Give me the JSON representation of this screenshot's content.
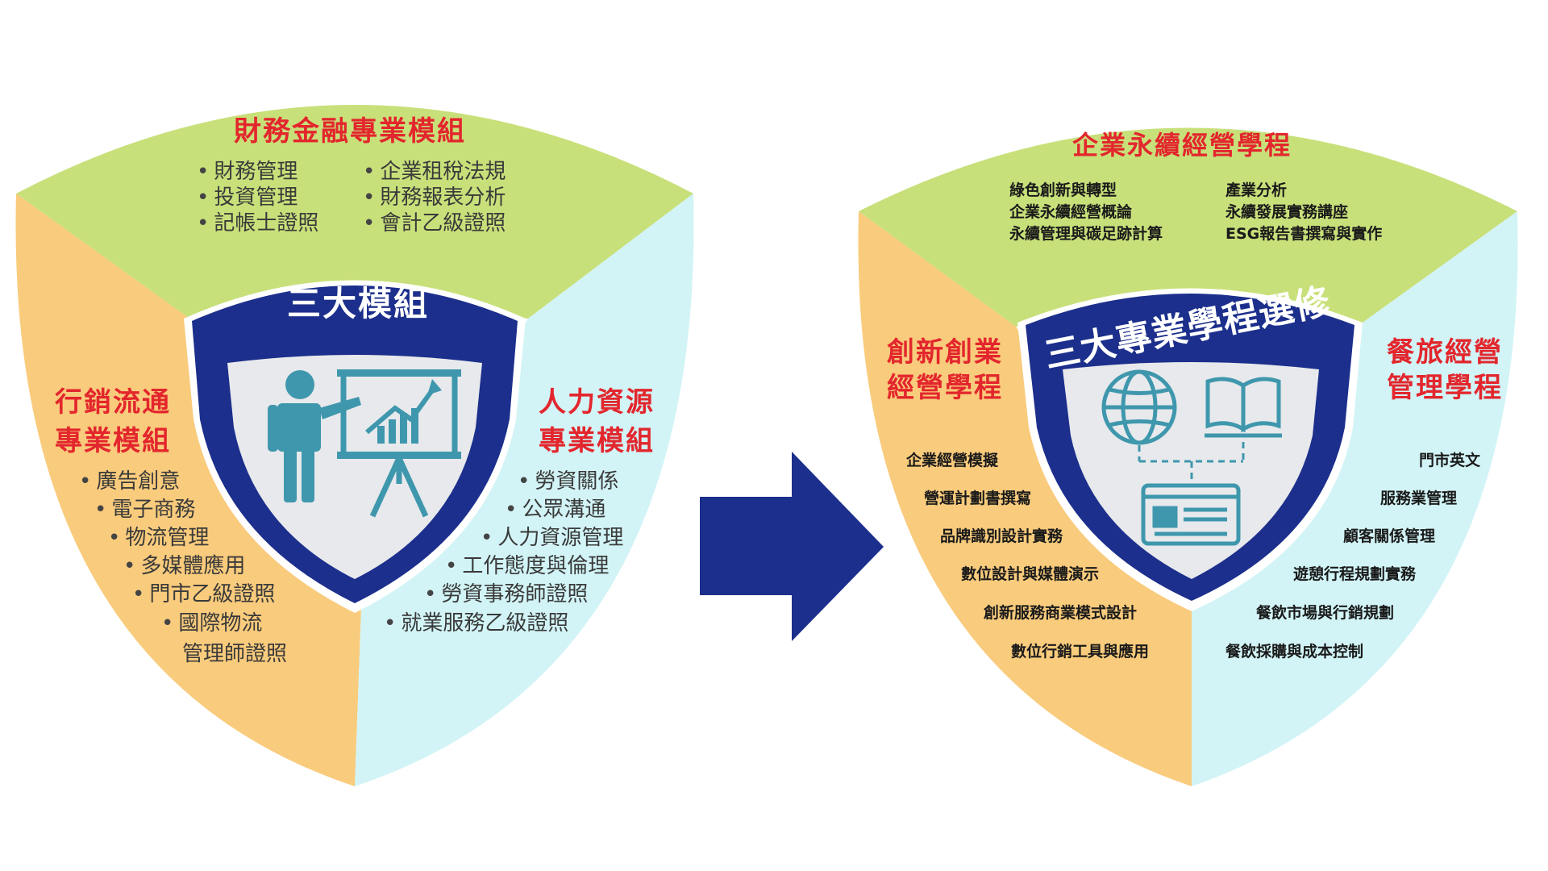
{
  "colors": {
    "green": "#c8e07a",
    "orange": "#f9cb7c",
    "cyan": "#d2f4f6",
    "navy": "#1c2f8c",
    "shield_inner": "#e7e9ec",
    "icon_teal": "#3f97ad",
    "title_red": "#e3262d"
  },
  "left_diagram": {
    "center_title": "三大模組",
    "top": {
      "title": "財務金融專業模組",
      "col1": [
        "財務管理",
        "投資管理",
        "記帳士證照"
      ],
      "col2": [
        "企業租稅法規",
        "財務報表分析",
        "會計乙級證照"
      ]
    },
    "left": {
      "title_line1": "行銷流通",
      "title_line2": "專業模組",
      "items": [
        "廣告創意",
        "電子商務",
        "物流管理",
        "多媒體應用",
        "門市乙級證照",
        "國際物流"
      ],
      "item_cont": "管理師證照"
    },
    "right": {
      "title_line1": "人力資源",
      "title_line2": "專業模組",
      "items": [
        "勞資關係",
        "公眾溝通",
        "人力資源管理",
        "工作態度與倫理",
        "勞資事務師證照",
        "就業服務乙級證照"
      ]
    },
    "icon": "teacher-presentation-icon"
  },
  "arrow": {
    "icon": "right-arrow-icon"
  },
  "right_diagram": {
    "center_title": "三大專業學程選修",
    "top": {
      "title": "企業永續經營學程",
      "col1": [
        "綠色創新與轉型",
        "企業永續經營概論",
        "永續管理與碳足跡計算"
      ],
      "col2": [
        "產業分析",
        "永續發展實務講座",
        "ESG報告書撰寫與實作"
      ]
    },
    "left": {
      "title_line1": "創新創業",
      "title_line2": "經營學程",
      "items": [
        "企業經營模擬",
        "營運計劃書撰寫",
        "品牌識別設計實務",
        "數位設計與媒體演示",
        "創新服務商業模式設計",
        "數位行銷工具與應用"
      ]
    },
    "right": {
      "title_line1": "餐旅經營",
      "title_line2": "管理學程",
      "items": [
        "門市英文",
        "服務業管理",
        "顧客關係管理",
        "遊憩行程規劃實務",
        "餐飲市場與行銷規劃",
        "餐飲採購與成本控制"
      ]
    },
    "icons": [
      "globe-icon",
      "book-icon",
      "id-card-icon"
    ]
  }
}
